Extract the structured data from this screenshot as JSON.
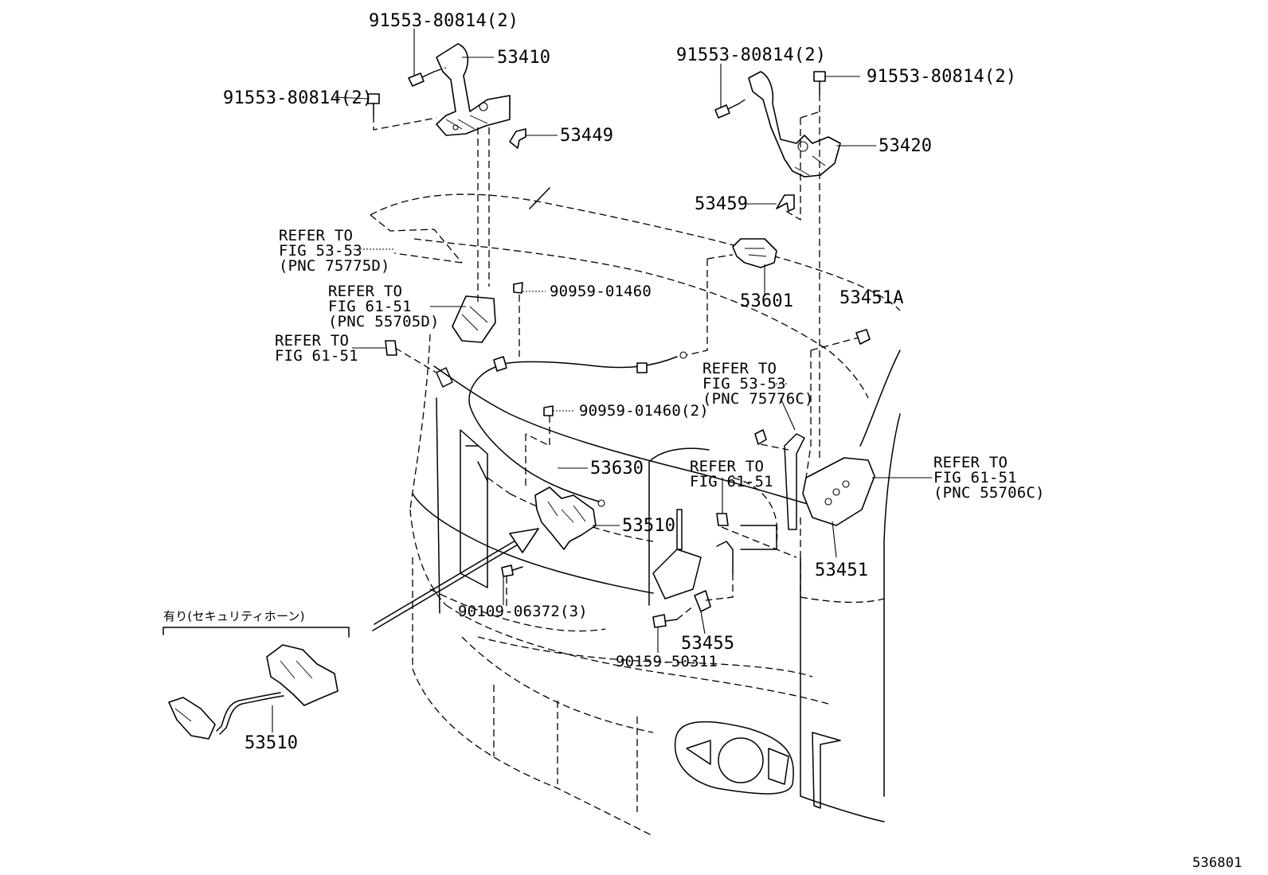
{
  "labels": {
    "bolt_91553_tl": "91553-80814(2)",
    "bolt_91553_ml": "91553-80814(2)",
    "bolt_91553_mr": "91553-80814(2)",
    "bolt_91553_rr": "91553-80814(2)",
    "p53410": "53410",
    "p53449": "53449",
    "p53420": "53420",
    "p53459": "53459",
    "p53601": "53601",
    "p53451a": "53451A",
    "p53630": "53630",
    "p53510_main": "53510",
    "p53510_alt": "53510",
    "p53451": "53451",
    "p53455": "53455",
    "clip_90959_single": "90959-01460",
    "clip_90959_double": "90959-01460(2)",
    "bolt_90109": "90109-06372(3)",
    "bolt_90159": "90159-50311",
    "security_variant": "有り(セキュリティホーン)",
    "diagram_id": "536801"
  },
  "refs": {
    "r1": [
      "REFER TO",
      "FIG 53-53",
      "(PNC 75775D)"
    ],
    "r2": [
      "REFER TO",
      "FIG 61-51",
      "(PNC 55705D)"
    ],
    "r3": [
      "REFER TO",
      "FIG 61-51"
    ],
    "r4": [
      "REFER TO",
      "FIG 53-53",
      "(PNC 75776C)"
    ],
    "r5": [
      "REFER TO",
      "FIG 61-51"
    ],
    "r6": [
      "REFER TO",
      "FIG 61-51",
      "(PNC 55706C)"
    ]
  }
}
